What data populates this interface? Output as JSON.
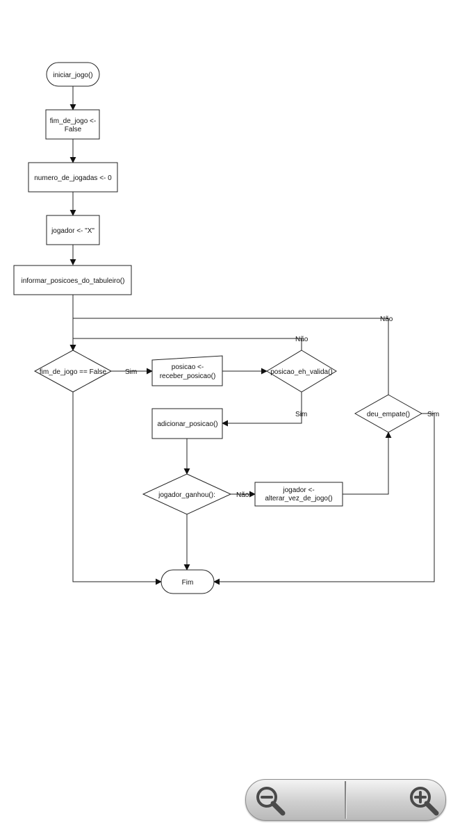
{
  "diagram": {
    "nodes": {
      "start": "iniciar_jogo()",
      "init_fim": [
        "fim_de_jogo <-",
        "False"
      ],
      "init_jogadas": "numero_de_jogadas <- 0",
      "init_jogador": "jogador <- \"X\"",
      "informar": "informar_posicoes_do_tabuleiro()",
      "cond_fim": "fim_de_jogo == False",
      "receber": [
        "posicao <-",
        "receber_posicao()"
      ],
      "valida": "posicao_eh_valida()",
      "adicionar": "adicionar_posicao()",
      "ganhou": "jogador_ganhou():",
      "alterar": [
        "jogador <-",
        "alterar_vez_de_jogo()"
      ],
      "empate": "deu_empate()",
      "end": "Fim"
    },
    "edge_labels": {
      "cond_sim": "Sim",
      "valida_nao": "Não",
      "valida_sim": "Sim",
      "ganhou_nao": "Não",
      "empate_nao": "Não",
      "empate_sim": "Sim"
    }
  },
  "zoom_controls": {
    "zoom_out_icon": "magnifier-minus-icon",
    "zoom_in_icon": "magnifier-plus-icon"
  }
}
